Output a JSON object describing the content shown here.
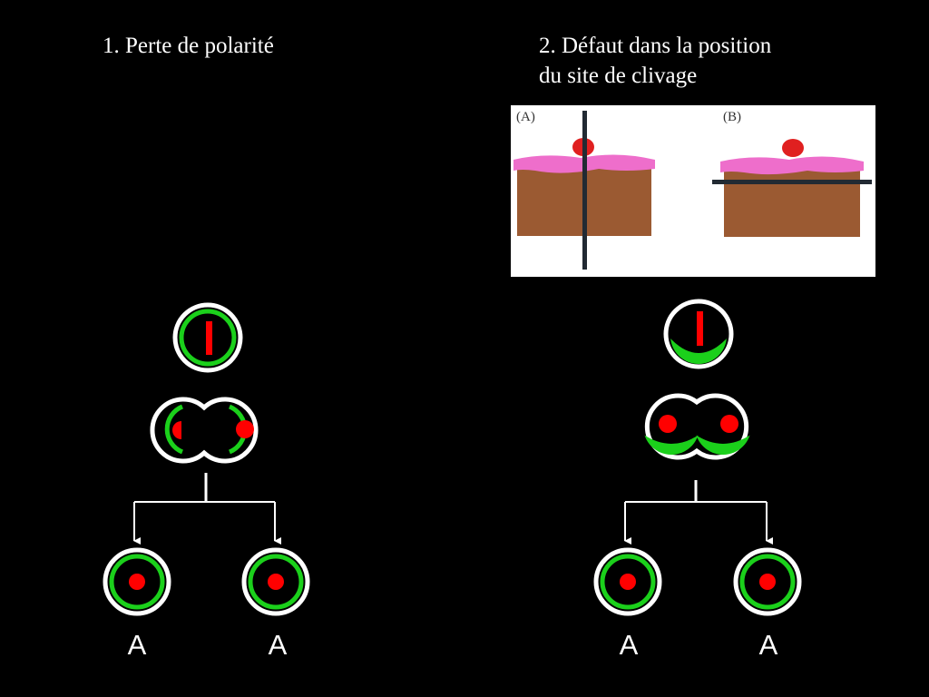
{
  "headings": {
    "left": "1. Perte de polarité",
    "right_line1": "2. Défaut dans la position",
    "right_line2": "du site de clivage"
  },
  "inset": {
    "panel_a_label": "(A)",
    "panel_b_label": "(B)"
  },
  "daughter_labels": [
    "A",
    "A",
    "A",
    "A"
  ],
  "colors": {
    "background": "#000000",
    "cell_outline": "#ffffff",
    "cortex_green": "#1bd01b",
    "spindle_red": "#ff0000",
    "cake_brown": "#9b5a32",
    "icing_pink": "#ee6ecb",
    "cherry_red": "#e02020",
    "cut_line": "#222a33"
  }
}
